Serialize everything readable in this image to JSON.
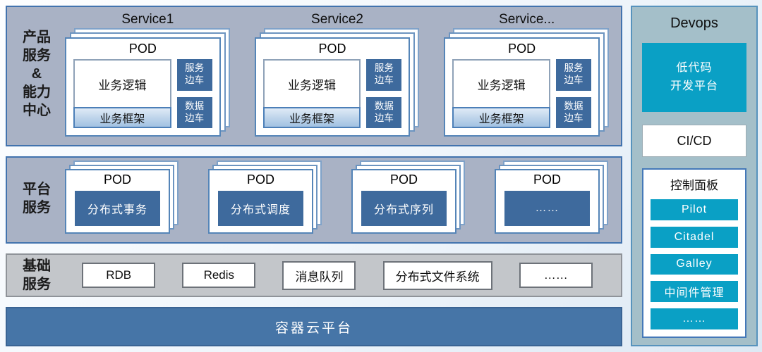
{
  "colors": {
    "accent_teal": "#0aa0c5",
    "steel_blue_box": "#3e6a9d",
    "band_blue_gray_bg": "#a9b2c5",
    "band_border_blue": "#4273ae",
    "base_band_gray_bg": "#c3c6ca",
    "cloud_band_blue": "#4675a7",
    "devops_bg": "#a4bfc9",
    "framework_gradient_top": "#dfeaf6",
    "framework_gradient_bottom": "#a2c2e2"
  },
  "bands": {
    "product": {
      "label": "产品\n服务\n&\n能力\n中心",
      "services": [
        {
          "title": "Service1",
          "pod_label": "POD",
          "logic": "业务逻辑",
          "framework": "业务框架",
          "sidecar_service": "服务\n边车",
          "sidecar_data": "数据\n边车"
        },
        {
          "title": "Service2",
          "pod_label": "POD",
          "logic": "业务逻辑",
          "framework": "业务框架",
          "sidecar_service": "服务\n边车",
          "sidecar_data": "数据\n边车"
        },
        {
          "title": "Service...",
          "pod_label": "POD",
          "logic": "业务逻辑",
          "framework": "业务框架",
          "sidecar_service": "服务\n边车",
          "sidecar_data": "数据\n边车"
        }
      ]
    },
    "platform": {
      "label": "平台\n服务",
      "pods": [
        {
          "pod_label": "POD",
          "name": "分布式事务"
        },
        {
          "pod_label": "POD",
          "name": "分布式调度"
        },
        {
          "pod_label": "POD",
          "name": "分布式序列"
        },
        {
          "pod_label": "POD",
          "name": "……"
        }
      ]
    },
    "base": {
      "label": "基础\n服务",
      "items": [
        "RDB",
        "Redis",
        "消息队列",
        "分布式文件系统",
        "……"
      ]
    },
    "cloud": {
      "label": "容器云平台"
    }
  },
  "devops": {
    "title": "Devops",
    "lowcode": "低代码\n开发平台",
    "cicd": "CI/CD",
    "panel": {
      "title": "控制面板",
      "items": [
        "Pilot",
        "Citadel",
        "Galley",
        "中间件管理",
        "……"
      ]
    }
  }
}
